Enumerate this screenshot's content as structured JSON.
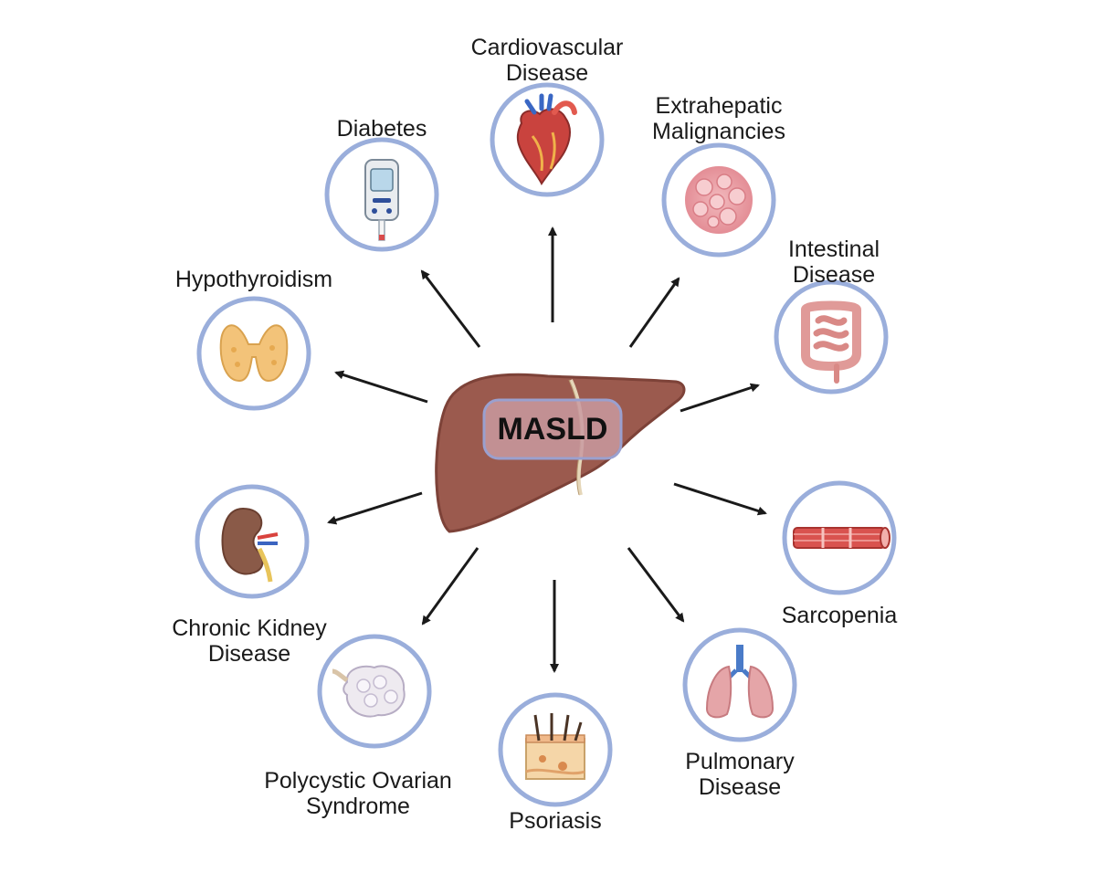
{
  "center": {
    "label": "MASLD"
  },
  "nodes": [
    {
      "id": "cardiovascular",
      "line1": "Cardiovascular",
      "line2": "Disease",
      "icon": "heart-icon"
    },
    {
      "id": "extrahepatic",
      "line1": "Extrahepatic",
      "line2": "Malignancies",
      "icon": "tumor-cells-icon"
    },
    {
      "id": "intestinal",
      "line1": "Intestinal",
      "line2": "Disease",
      "icon": "intestine-icon"
    },
    {
      "id": "sarcopenia",
      "line1": "Sarcopenia",
      "line2": "",
      "icon": "muscle-fiber-icon"
    },
    {
      "id": "pulmonary",
      "line1": "Pulmonary",
      "line2": "Disease",
      "icon": "lungs-icon"
    },
    {
      "id": "psoriasis",
      "line1": "Psoriasis",
      "line2": "",
      "icon": "skin-layer-icon"
    },
    {
      "id": "pcos",
      "line1": "Polycystic Ovarian",
      "line2": "Syndrome",
      "icon": "ovary-icon"
    },
    {
      "id": "ckd",
      "line1": "Chronic Kidney",
      "line2": "Disease",
      "icon": "kidney-icon"
    },
    {
      "id": "hypothyroidism",
      "line1": "Hypothyroidism",
      "line2": "",
      "icon": "thyroid-icon"
    },
    {
      "id": "diabetes",
      "line1": "Diabetes",
      "line2": "",
      "icon": "glucometer-icon"
    }
  ],
  "colors": {
    "circle_border": "#9aaedb",
    "arrow": "#1a1a1a",
    "liver": "#9b5a4e",
    "liver_dark": "#7d4238",
    "label_box": "#c99aa0"
  }
}
